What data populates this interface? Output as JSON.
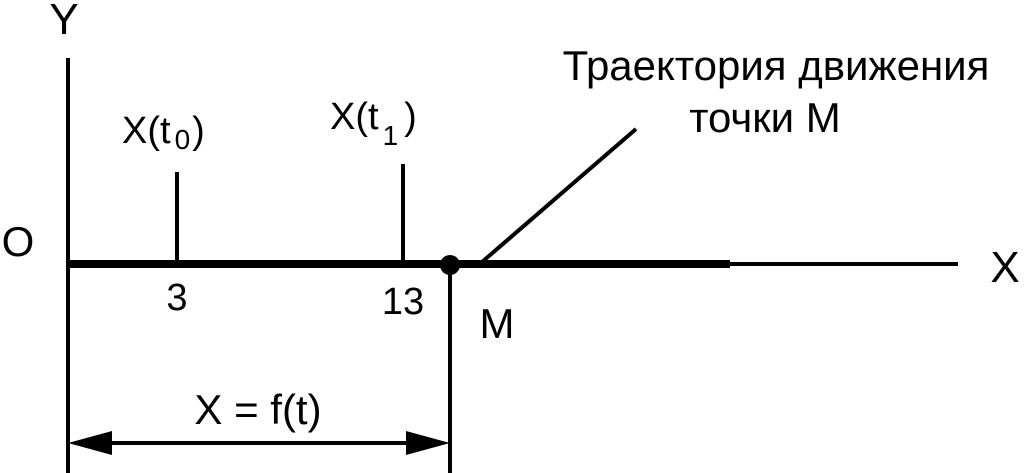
{
  "axes": {
    "y_label": "Y",
    "x_label": "X",
    "origin_label": "O"
  },
  "markers": [
    {
      "base": "X(t",
      "subscript": "0",
      "close": ")",
      "tick_value": "3"
    },
    {
      "base": "X(t",
      "subscript": "1",
      "close": ")",
      "tick_value": "13"
    }
  ],
  "point": {
    "label": "M"
  },
  "trajectory_caption": {
    "line1": "Траектория движения",
    "line2": "точки М"
  },
  "dimension": {
    "label": "X = f(t)"
  },
  "colors": {
    "ink": "#000000",
    "background": "#ffffff"
  }
}
